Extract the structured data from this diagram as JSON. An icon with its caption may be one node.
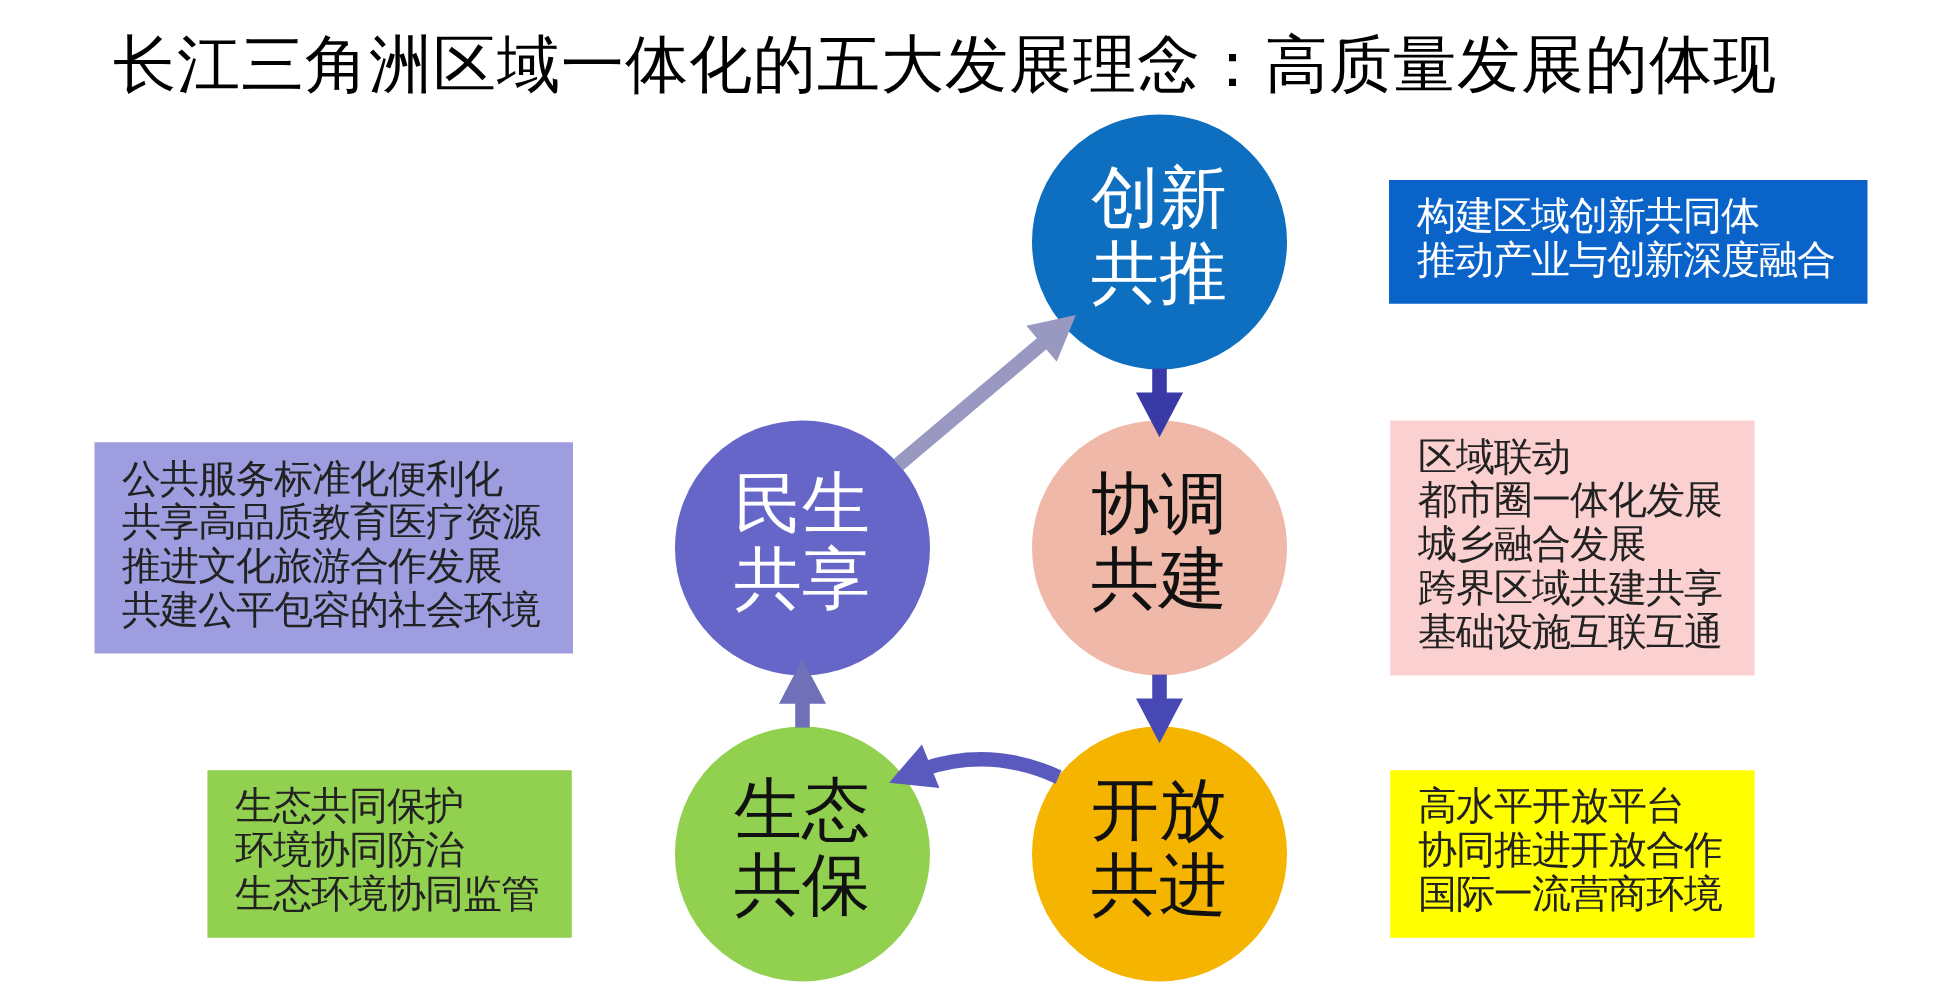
{
  "diagram": {
    "title": "长江三角洲区域一体化的五大发展理念：高质量发展的体现",
    "nodes": [
      {
        "text": [
          "创新共推"
        ]
      },
      {
        "text": [
          "构建区域创新共同体",
          "推动产业与创新深度融合"
        ]
      },
      {
        "text": [
          "公共服务标准化便利化",
          "共享高品质教育医疗资源",
          "推进文化旅游合作发展",
          "共建公平包容的社会环境"
        ]
      },
      {
        "text": [
          "民生共享"
        ]
      },
      {
        "text": [
          "协调共建"
        ]
      },
      {
        "text": [
          "区域联动",
          "都市圈一体化发展",
          "城乡融合发展",
          "跨界区域共建共享",
          "基础设施互联互通"
        ]
      },
      {
        "text": [
          "开放共进"
        ]
      },
      {
        "text": [
          "高水平开放平台",
          "协同推进开放合作",
          "国际一流营商环境"
        ]
      },
      {
        "text": [
          "生态共同保护",
          "环境协同防治",
          "生态环境协同监管"
        ]
      },
      {
        "text": [
          "生态共保"
        ]
      }
    ],
    "edges": [
      {
        "from": 0,
        "to": 4,
        "arrow": "to",
        "color": "#3a3aa6"
      },
      {
        "from": 4,
        "to": 6,
        "arrow": "to",
        "color": "#4848b4"
      },
      {
        "from": 6,
        "to": 9,
        "arrow": "to",
        "color": "#5a5abe"
      },
      {
        "from": 9,
        "to": 3,
        "arrow": "to",
        "color": "#7070b8"
      },
      {
        "from": 3,
        "to": 0,
        "arrow": "to",
        "color": "#9898c0"
      }
    ]
  }
}
